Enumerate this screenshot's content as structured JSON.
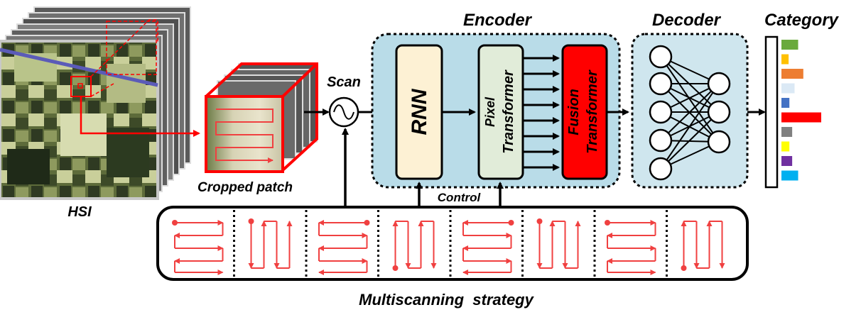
{
  "labels": {
    "hsi": "HSI",
    "cropped_patch": "Cropped patch",
    "scan": "Scan",
    "encoder": "Encoder",
    "decoder": "Decoder",
    "category": "Category",
    "control": "Control",
    "multiscanning": "Multiscanning  strategy"
  },
  "encoder": {
    "rnn": "RNN",
    "pixel_line1": "Pixel",
    "pixel_line2": "Transformer",
    "fusion_line1": "Fusion",
    "fusion_line2": "Transformer"
  },
  "colors": {
    "red": "#ff0000",
    "arrow_red": "#f04040",
    "rnn_fill": "#fdf1d4",
    "pixel_fill": "#e1ecd9",
    "fusion_fill": "#ff0000",
    "panel_fill": "#b9dce8",
    "decoder_fill": "#cfe6ee"
  },
  "category_bars": [
    {
      "color": "#6aaa3c",
      "value": 0.42
    },
    {
      "color": "#ffc000",
      "value": 0.18
    },
    {
      "color": "#ed7d31",
      "value": 0.55
    },
    {
      "color": "#dbe9f5",
      "value": 0.33
    },
    {
      "color": "#4472c4",
      "value": 0.2
    },
    {
      "color": "#ff0000",
      "value": 1.0
    },
    {
      "color": "#808080",
      "value": 0.27
    },
    {
      "color": "#ffff00",
      "value": 0.2
    },
    {
      "color": "#7030a0",
      "value": 0.27
    },
    {
      "color": "#00b0f0",
      "value": 0.42
    }
  ],
  "scan_patterns": [
    "h-right",
    "v-down",
    "h-left",
    "v-up",
    "h-left",
    "v-down",
    "h-right",
    "v-up"
  ]
}
